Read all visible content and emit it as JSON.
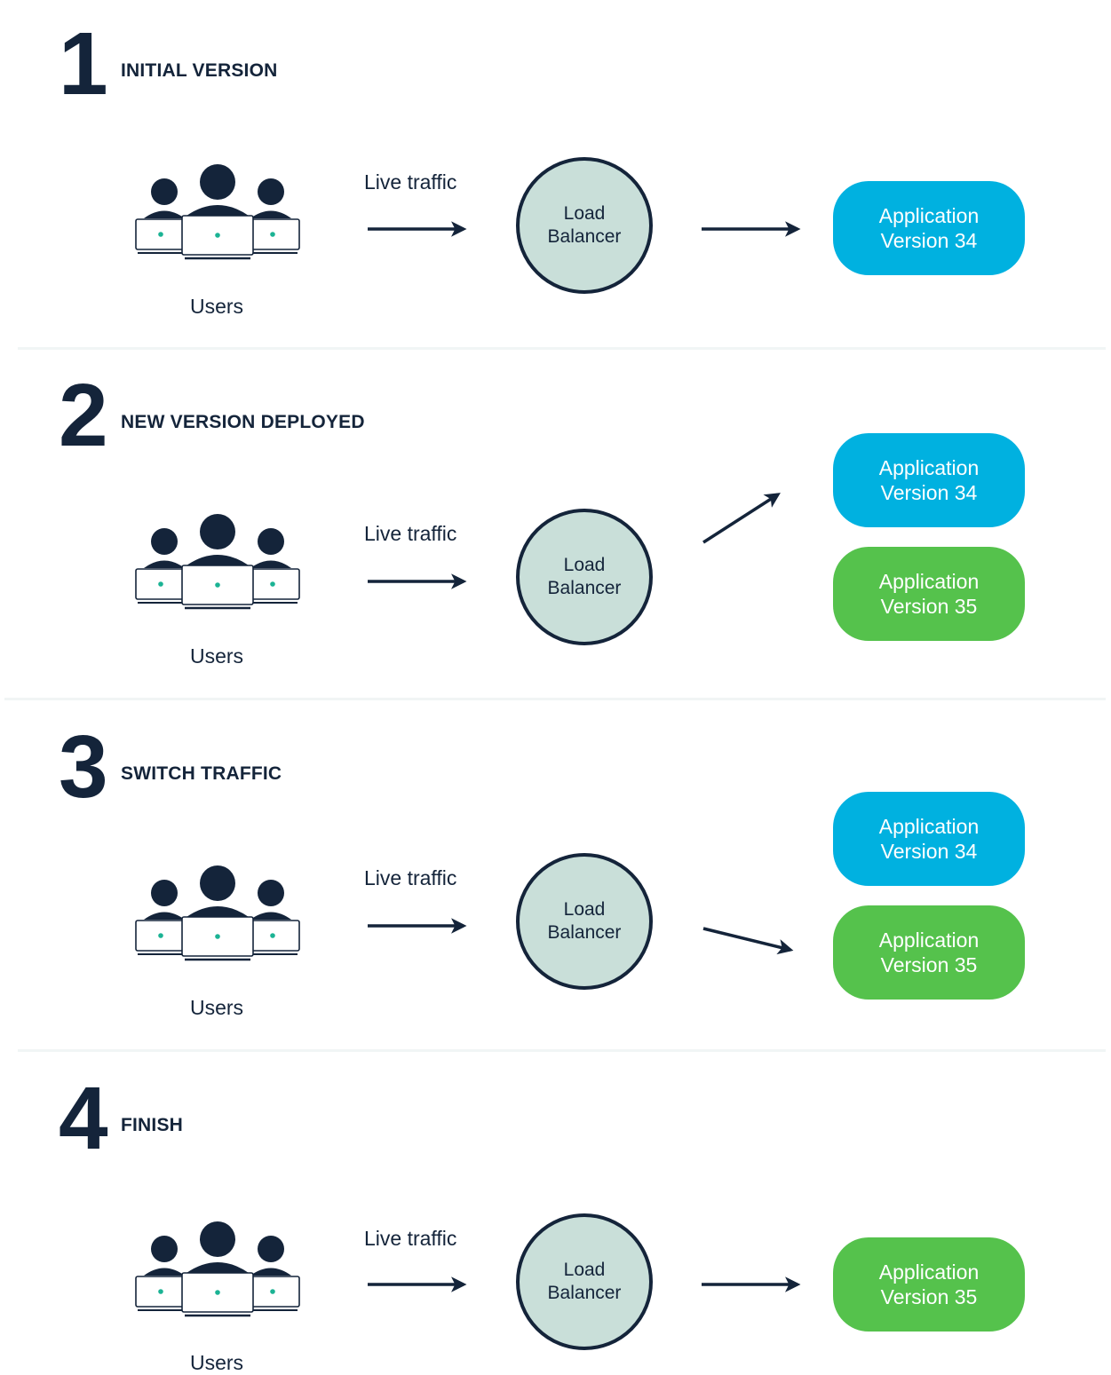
{
  "colors": {
    "dark": "#14243a",
    "balancer_fill": "#c9dfd9",
    "blue": "#00b1e0",
    "green": "#55c24c",
    "screen_dot": "#1bb394"
  },
  "icons": {
    "users": "users-laptops-icon",
    "arrow": "arrow-right-icon"
  },
  "steps": [
    {
      "number": "1",
      "title": "INITIAL VERSION",
      "users_label": "Users",
      "traffic_label": "Live traffic",
      "balancer": {
        "line1": "Load",
        "line2": "Balancer"
      },
      "apps": [
        {
          "line1": "Application",
          "line2": "Version 34",
          "color": "blue"
        }
      ]
    },
    {
      "number": "2",
      "title": "NEW VERSION DEPLOYED",
      "users_label": "Users",
      "traffic_label": "Live traffic",
      "balancer": {
        "line1": "Load",
        "line2": "Balancer"
      },
      "apps": [
        {
          "line1": "Application",
          "line2": "Version 34",
          "color": "blue"
        },
        {
          "line1": "Application",
          "line2": "Version 35",
          "color": "green"
        }
      ]
    },
    {
      "number": "3",
      "title": "SWITCH TRAFFIC",
      "users_label": "Users",
      "traffic_label": "Live traffic",
      "balancer": {
        "line1": "Load",
        "line2": "Balancer"
      },
      "apps": [
        {
          "line1": "Application",
          "line2": "Version 34",
          "color": "blue"
        },
        {
          "line1": "Application",
          "line2": "Version 35",
          "color": "green"
        }
      ]
    },
    {
      "number": "4",
      "title": "FINISH",
      "users_label": "Users",
      "traffic_label": "Live traffic",
      "balancer": {
        "line1": "Load",
        "line2": "Balancer"
      },
      "apps": [
        {
          "line1": "Application",
          "line2": "Version 35",
          "color": "green"
        }
      ]
    }
  ]
}
